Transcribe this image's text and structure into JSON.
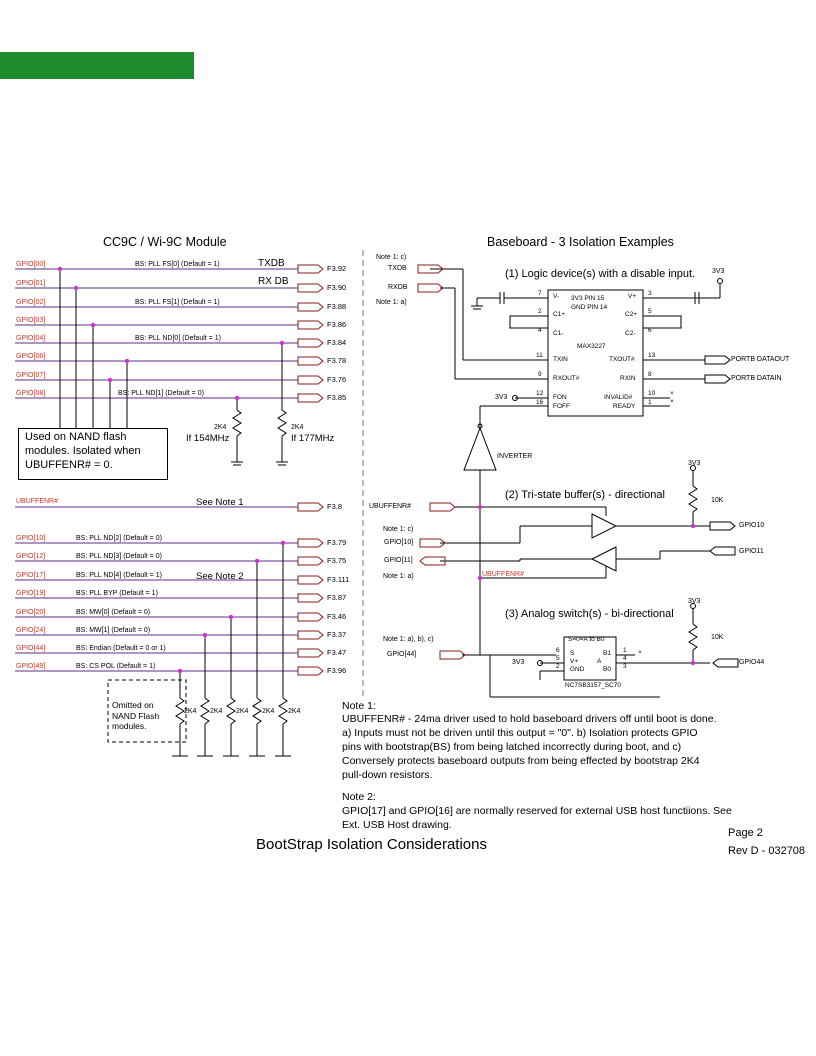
{
  "left": {
    "title": "CC9C / Wi-9C Module",
    "gpio_group1": [
      {
        "name": "GPIO[00]",
        "bs": "BS: PLL FS[0] (Default = 1)",
        "ref": "F3.92"
      },
      {
        "name": "GPIO[01]",
        "bs": "",
        "ref": "F3.90"
      },
      {
        "name": "GPIO[02]",
        "bs": "BS: PLL FS[1] (Default = 1)",
        "ref": "F3.88"
      },
      {
        "name": "GPIO[03]",
        "bs": "",
        "ref": "F3.86"
      },
      {
        "name": "GPIO[04]",
        "bs": "BS: PLL ND[0] (Default = 1)",
        "ref": "F3.84"
      },
      {
        "name": "GPIO[06]",
        "bs": "",
        "ref": "F3.78"
      },
      {
        "name": "GPIO[07]",
        "bs": "",
        "ref": "F3.76"
      },
      {
        "name": "GPIO[08]",
        "bs": "BS: PLL ND[1] (Default = 0)",
        "ref": "F3.85"
      }
    ],
    "txdb": "TXDB",
    "rxdb": "RX DB",
    "nand_note": "Used on NAND flash modules. Isolated when UBUFFENR# = 0.",
    "res_a": {
      "value": "2K4",
      "cond": "If 154MHz"
    },
    "res_b": {
      "value": "2K4",
      "cond": "If 177MHz"
    },
    "ubuffenr": {
      "name": "UBUFFENR#",
      "note": "See Note 1",
      "ref": "F3.8"
    },
    "gpio_group2": [
      {
        "name": "GPIO[10]",
        "bs": "BS: PLL ND[2] (Default = 0)",
        "ref": "F3.79"
      },
      {
        "name": "GPIO[12]",
        "bs": "BS: PLL ND[3] (Default = 0)",
        "ref": "F3.75"
      },
      {
        "name": "GPIO[17]",
        "bs": "BS: PLL ND[4] (Default = 1)",
        "ref": "F3.111"
      },
      {
        "name": "GPIO[19]",
        "bs": "BS: PLL BYP  (Default = 1)",
        "ref": "F3.87"
      },
      {
        "name": "GPIO[20]",
        "bs": "BS: MW[0] (Default = 0)",
        "ref": "F3.46"
      },
      {
        "name": "GPIO[24]",
        "bs": "BS: MW[1] (Default = 0)",
        "ref": "F3.37"
      },
      {
        "name": "GPIO[44]",
        "bs": "BS: Endian (Default = 0 or 1)",
        "ref": "F3.47"
      },
      {
        "name": "GPIO[49]",
        "bs": "BS: CS POL (Default = 1)",
        "ref": "F3.96"
      }
    ],
    "see_note2": "See Note 2",
    "omitted_note": "Omitted on NAND Flash modules.",
    "bottom_res": [
      "2K4",
      "2K4",
      "2K4",
      "2K4",
      "2K4"
    ]
  },
  "right": {
    "title": "Baseboard  - 3 Isolation Examples",
    "note1c": "Note 1: c)",
    "txdb": "TXDB",
    "rxdb": "RXDB",
    "note1a": "Note 1: a)",
    "example1": "(1) Logic device(s) with a disable input.",
    "v3_a": "3V3",
    "chip": {
      "header": "3V3  PIN 15",
      "header2": "GND  PIN 14",
      "part": "MAX3227",
      "pins_left": [
        {
          "n": "7",
          "l": "V-"
        },
        {
          "n": "2",
          "l": "C1+"
        },
        {
          "n": "4",
          "l": "C1-"
        },
        {
          "n": "11",
          "l": "TXIN"
        },
        {
          "n": "9",
          "l": "RXOUT#"
        },
        {
          "n": "12",
          "l": "FON"
        },
        {
          "n": "16",
          "l": "FOFF"
        }
      ],
      "pins_right": [
        {
          "n": "3",
          "l": "V+"
        },
        {
          "n": "5",
          "l": "C2+"
        },
        {
          "n": "6",
          "l": "C2-"
        },
        {
          "n": "13",
          "l": "TXOUT#"
        },
        {
          "n": "8",
          "l": "RXIN"
        },
        {
          "n": "10",
          "l": "INVALID#"
        },
        {
          "n": "1",
          "l": "READY"
        }
      ]
    },
    "portb_out": "PORTB DATAOUT",
    "portb_in": "PORTB DATAIN",
    "v3_b": "3V3",
    "inverter": "INVERTER",
    "ubuffenr": "UBUFFENR#",
    "v3_c": "3V3",
    "r10k_a": "10K",
    "example2": "(2) Tri-state buffer(s) - directional",
    "note1c_b": "Note 1: c)",
    "gpio10": "GPIO[10]",
    "gpio11": "GPIO[11]",
    "note1a_b": "Note 1: a)",
    "ubuffenr_b": "UBUFFENR#",
    "gpio10_out": "GPIO10",
    "gpio11_out": "GPIO11",
    "example3": "(3) Analog switch(s) - bi-directional",
    "v3_d": "3V3",
    "r10k_b": "10K",
    "note1abc": "Note 1: a), b), c)",
    "gpio44": "GPIO[44]",
    "v3_e": "3V3",
    "sw": {
      "header": "S=0=A to B0",
      "p6": "6",
      "p5": "5",
      "p2": "2",
      "s": "S",
      "vp": "V+",
      "gnd": "GND",
      "b1": "B1",
      "a": "A",
      "b0": "B0",
      "p1": "1",
      "p4": "4",
      "p3": "3",
      "part": "NC7SB3157_SC70"
    },
    "gpio44_out": "GPIO44",
    "x_mark": "×"
  },
  "notes": {
    "note1_title": "Note 1:",
    "note1_l1": "UBUFFENR# - 24ma driver used to hold baseboard drivers off until boot is done.",
    "note1_l2": "a)  Inputs must not be driven until this output = \"0\". b) Isolation protects GPIO",
    "note1_l3": "pins with bootstrap(BS) from being latched incorrectly during boot, and c)",
    "note1_l4": "Conversely protects baseboard outputs from being effected by bootstrap 2K4",
    "note1_l5": "pull-down resistors.",
    "note2_title": "Note 2:",
    "note2_l1": "GPIO[17] and GPIO[16] are normally reserved for external USB host functiions. See",
    "note2_l2": "Ext. USB Host drawing."
  },
  "footer": {
    "title": "BootStrap Isolation Considerations",
    "page": "Page 2",
    "rev": "Rev D - 032708"
  },
  "colors": {
    "wire": "#5b2c86",
    "gpio_text": "#c0392b",
    "junction": "#cc33cc",
    "brand": "#1e8a2e",
    "net": "#8b1a1a"
  }
}
